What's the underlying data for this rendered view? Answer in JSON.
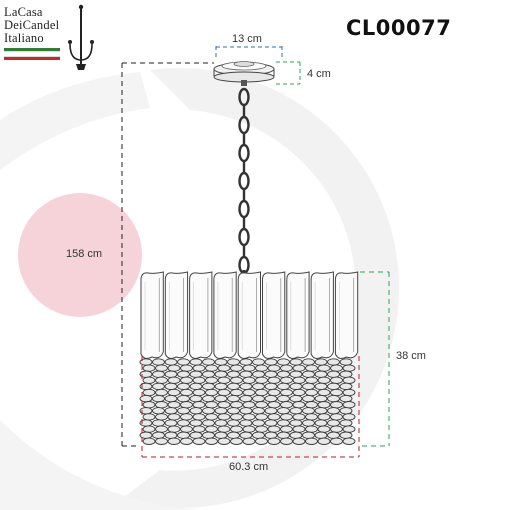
{
  "logo": {
    "line1": "LaCasa",
    "line2": "DeiCandel",
    "line3": "Italiano",
    "flag_colors": [
      "#2e7d32",
      "#ffffff",
      "#c62828"
    ]
  },
  "product_code": "CL00077",
  "dimensions": {
    "canopy_width": "13 cm",
    "canopy_height": "4 cm",
    "total_height": "158 cm",
    "body_height": "38 cm",
    "body_width": "60.3 cm"
  },
  "colors": {
    "canopy_dim": "#2f6fb0",
    "canopy_height_dim": "#2aa65a",
    "total_height_dim": "#222222",
    "body_height_dim": "#2aa65a",
    "body_width_dim": "#b22222",
    "bg_circle_pink": "#f3c9cf",
    "bg_swoosh_grey": "#f1f1f1"
  }
}
